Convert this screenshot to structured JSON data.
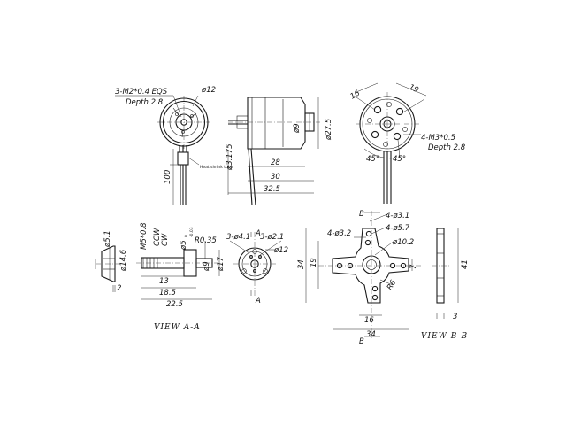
{
  "top_left": {
    "thread_note": "3-M2*0.4 EQS",
    "thread_depth": "Depth 2.8",
    "dia_12": "ø12",
    "heat_shrink": "Heat shrink tube",
    "lead_len": "100"
  },
  "top_mid": {
    "dia_9": "ø9",
    "dia_27_5": "ø27.5",
    "shaft_dia": "ø3.175",
    "len_28": "28",
    "len_30": "30",
    "len_32_5": "32.5"
  },
  "top_right": {
    "dim_16": "16",
    "dim_19": "19",
    "m3_note": "4-M3*0.5",
    "m3_depth": "Depth 2.8",
    "ang_1": "45°",
    "ang_2": "45°"
  },
  "view_aa": {
    "title": "VIEW A-A",
    "dia_5_1": "ø5.1",
    "dia_14_6": "ø14.6",
    "dim_2": "2",
    "m5": "M5*0.8",
    "ccw": "CCW",
    "cw": "CW",
    "dia_5": "ø5",
    "tol": "0",
    "tol2": "-0.03",
    "r035": "R0.35",
    "dia_9": "ø9",
    "dia_17": "ø17",
    "len_13": "13",
    "len_18_5": "18.5",
    "len_22_5": "22.5",
    "hole_41": "3-ø4.1",
    "hole_21": "3-ø2.1",
    "dia_12": "ø12",
    "sec_a_top": "A",
    "sec_a_bot": "A"
  },
  "view_bb": {
    "title": "VIEW B-B",
    "b_top": "B",
    "b_bot": "B",
    "hole_31": "4-ø3.1",
    "hole_32": "4-ø3.2",
    "hole_57": "4-ø5.7",
    "dia_10_2": "ø10.2",
    "dim_34_v": "34",
    "dim_19": "19",
    "dim_7": "7",
    "r6": "R6",
    "dim_16": "16",
    "dim_34_h": "34",
    "dim_41": "41",
    "dim_3": "3"
  }
}
